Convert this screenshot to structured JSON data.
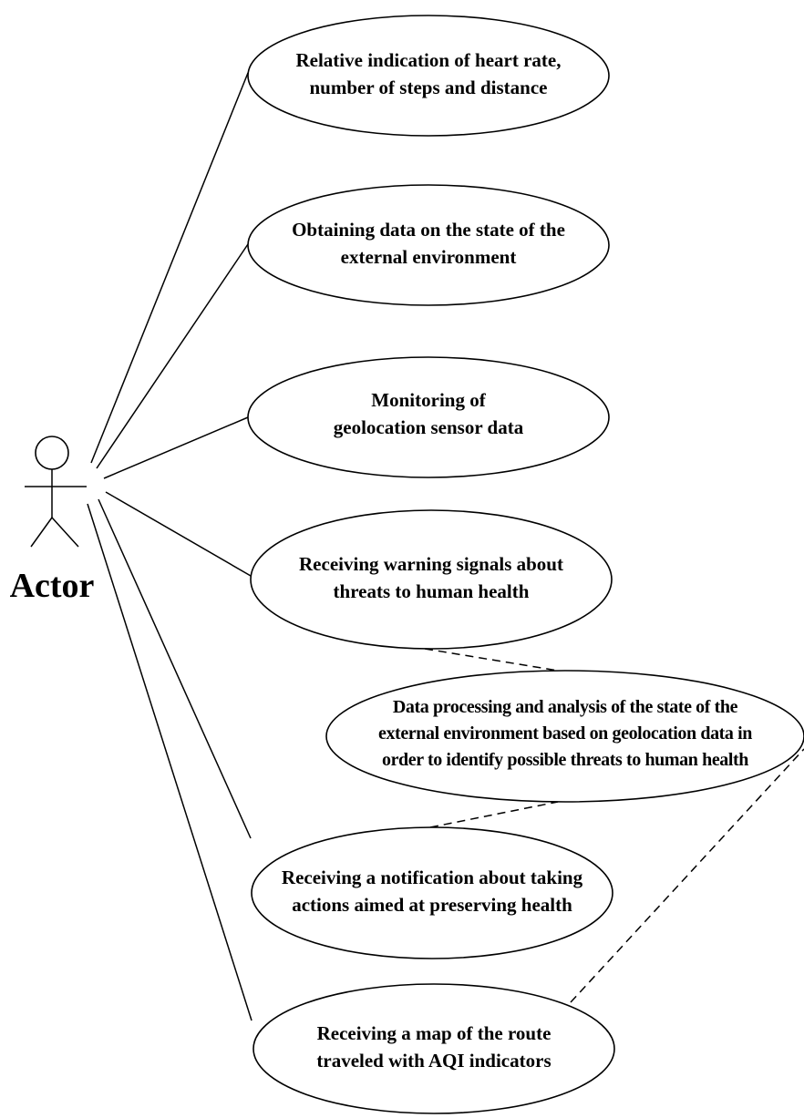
{
  "actor": {
    "label": "Actor"
  },
  "use_cases": [
    {
      "id": "uc1",
      "lines": [
        "Relative indication of heart rate,",
        "number of steps and distance"
      ]
    },
    {
      "id": "uc2",
      "lines": [
        "Obtaining data on the state of the",
        "external environment"
      ]
    },
    {
      "id": "uc3",
      "lines": [
        "Monitoring of",
        "geolocation sensor data"
      ]
    },
    {
      "id": "uc4",
      "lines": [
        "Receiving warning signals about",
        "threats to human health"
      ]
    },
    {
      "id": "uc5",
      "lines": [
        "Data processing and analysis of the state of the",
        "external environment based on geolocation data in",
        "order to identify possible threats to human health"
      ]
    },
    {
      "id": "uc6",
      "lines": [
        "Receiving a notification about taking",
        "actions aimed at preserving health"
      ]
    },
    {
      "id": "uc7",
      "lines": [
        "Receiving a map of the route",
        "traveled with AQI indicators"
      ]
    }
  ]
}
